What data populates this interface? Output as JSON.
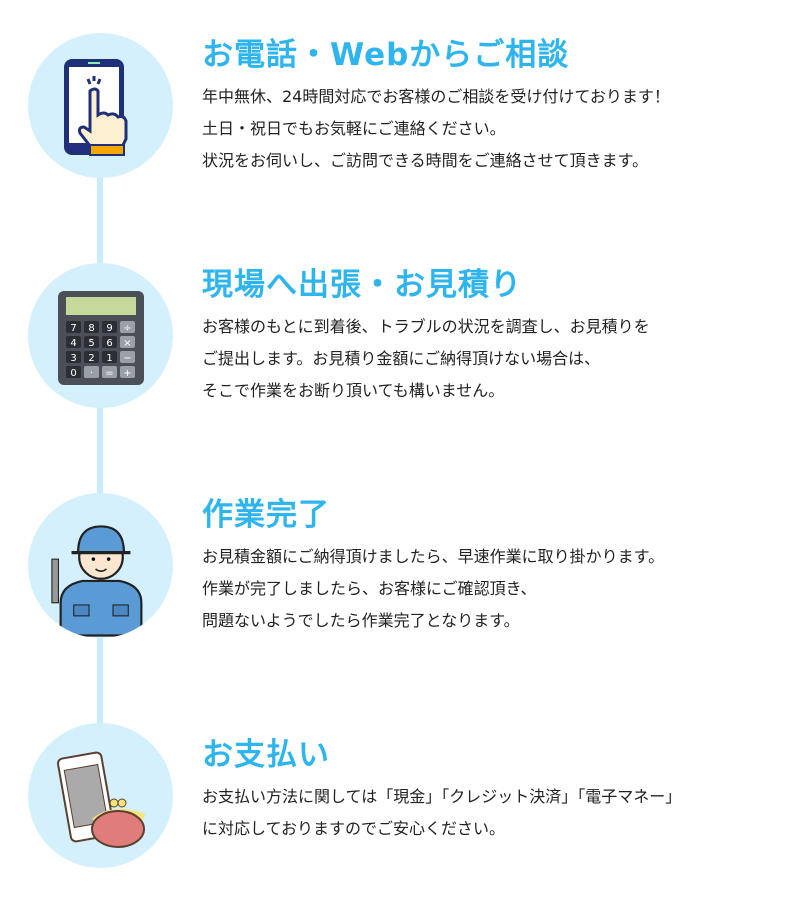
{
  "steps": [
    {
      "title": "お電話・Webからご相談",
      "icon": "phone-tap-icon",
      "lines": [
        "年中無休、24時間対応でお客様のご相談を受け付けております！",
        "土日・祝日でもお気軽にご連絡ください。",
        "状況をお伺いし、ご訪問できる時間をご連絡させて頂きます。"
      ]
    },
    {
      "title": "現場へ出張・お見積り",
      "icon": "calculator-icon",
      "lines": [
        "お客様のもとに到着後、トラブルの状況を調査し、お見積りを",
        "ご提出します。お見積り金額にご納得頂けない場合は、",
        "そこで作業をお断り頂いても構いません。"
      ]
    },
    {
      "title": "作業完了",
      "icon": "worker-icon",
      "lines": [
        "お見積金額にご納得頂けましたら、早速作業に取り掛かります。",
        "作業が完了しましたら、お客様にご確認頂き、",
        "問題ないようでしたら作業完了となります。"
      ]
    },
    {
      "title": "お支払い",
      "icon": "payment-icon",
      "lines": [
        "お支払い方法に関しては「現金」「クレジット決済」「電子マネー」",
        "に対応しておりますのでご安心ください。"
      ]
    }
  ],
  "calculator_keys": [
    "7",
    "8",
    "9",
    "÷",
    "4",
    "5",
    "6",
    "×",
    "3",
    "2",
    "1",
    "−",
    "0",
    "·",
    "=",
    "+"
  ],
  "colors": {
    "accent": "#2fb5ee",
    "circle": "#d4f0fc",
    "line": "#c8ecfa"
  }
}
